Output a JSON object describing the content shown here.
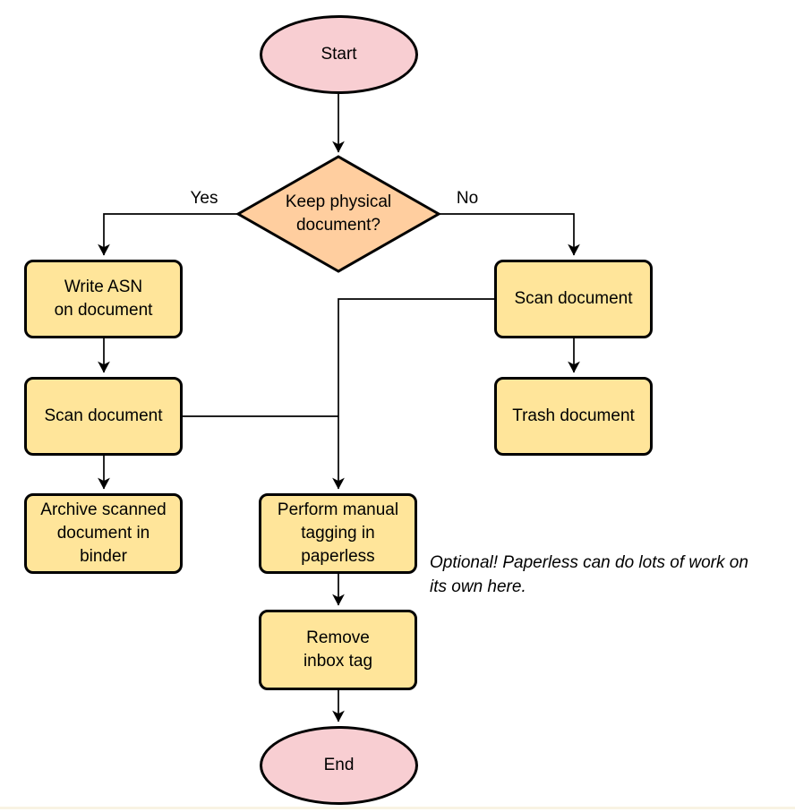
{
  "colors": {
    "terminal_fill": "#f8ced2",
    "decision_fill": "#ffce9f",
    "process_fill": "#ffe59a",
    "stroke": "#000000"
  },
  "nodes": {
    "start": {
      "label": "Start"
    },
    "decision": {
      "label": "Keep physical\ndocument?"
    },
    "write_asn": {
      "label": "Write ASN\non document"
    },
    "scan_left": {
      "label": "Scan document"
    },
    "archive": {
      "label": "Archive scanned\ndocument in\nbinder"
    },
    "scan_right": {
      "label": "Scan document"
    },
    "trash": {
      "label": "Trash document"
    },
    "perform_tagging": {
      "label": "Perform manual\ntagging in\npaperless"
    },
    "remove_inbox": {
      "label": "Remove\ninbox tag"
    },
    "end": {
      "label": "End"
    }
  },
  "edge_labels": {
    "yes": "Yes",
    "no": "No"
  },
  "annotations": {
    "optional_note": "Optional! Paperless can do lots of work on\nits own here."
  }
}
